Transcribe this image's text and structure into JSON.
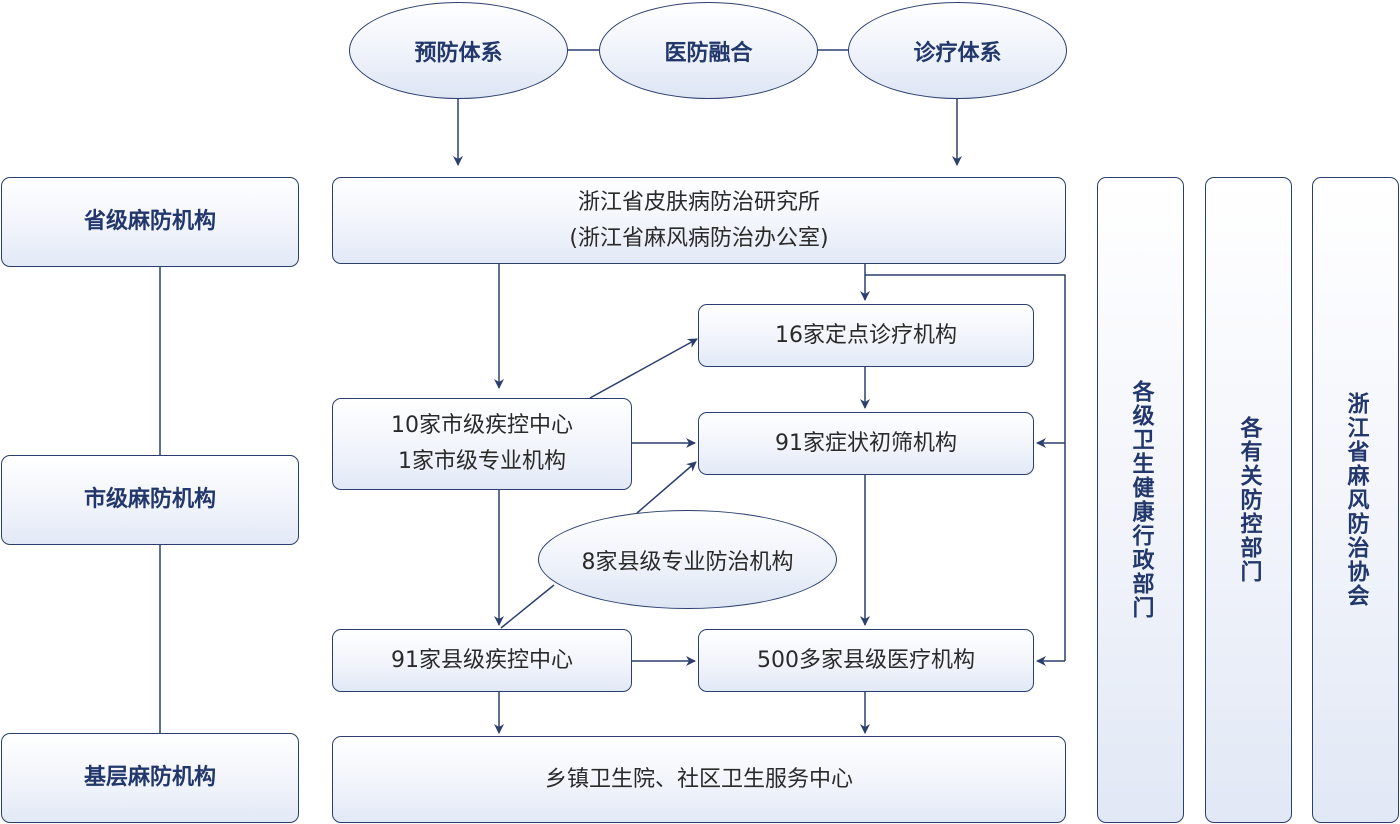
{
  "colors": {
    "stroke": "#2b3f6e",
    "heading_text": "#22376b",
    "body_text": "#2a2a2a",
    "fill_top": "#ffffff",
    "fill_bottom": "#e2e9f6"
  },
  "top_systems": {
    "prevention": "预防体系",
    "integration": "医防融合",
    "treatment": "诊疗体系"
  },
  "levels": {
    "provincial": "省级麻防机构",
    "municipal": "市级麻防机构",
    "grassroots": "基层麻防机构"
  },
  "nodes": {
    "provincial_institute": "浙江省皮肤病防治研究所\n(浙江省麻风病防治办公室)",
    "designated_treatment": "16家定点诊疗机构",
    "municipal_cdc": "10家市级疾控中心\n1家市级专业机构",
    "symptom_screening": "91家症状初筛机构",
    "county_specialized": "8家县级专业防治机构",
    "county_cdc": "91家县级疾控中心",
    "county_medical": "500多家县级医疗机构",
    "township": "乡镇卫生院、社区卫生服务中心"
  },
  "side_departments": {
    "health_admin": "各级卫生健康行政部门",
    "related_control": "各有关防控部门",
    "leprosy_association": "浙江省麻风防治协会"
  }
}
